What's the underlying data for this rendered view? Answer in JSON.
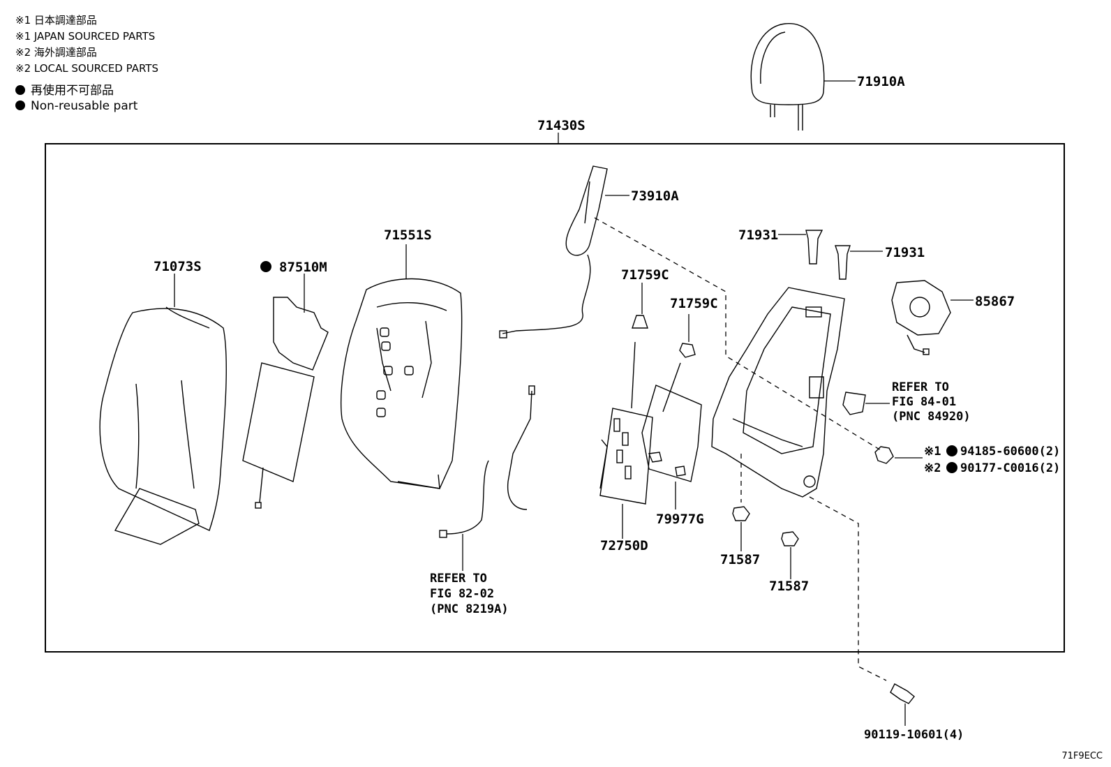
{
  "legend": {
    "line1": "※1 日本調達部品",
    "line2": "※1 JAPAN SOURCED PARTS",
    "line3": "※2 海外調達部品",
    "line4": "※2 LOCAL SOURCED PARTS",
    "non_reusable_jp": "再使用不可部品",
    "non_reusable_en": "Non-reusable part"
  },
  "parts": {
    "headrest": "71910A",
    "assembly": "71430S",
    "airbag": "73910A",
    "pin_a": "71931",
    "pin_b": "71931",
    "pad": "71551S",
    "cover": "71073S",
    "heater": "87510M",
    "clip_a": "71759C",
    "clip_b": "71759C",
    "frame_cover": "85867",
    "lumbar": "72750D",
    "mat": "79977G",
    "nut_a": "71587",
    "nut_b": "71587",
    "nut_jp": "94185-60600(2)",
    "nut_local": "90177-C0016(2)",
    "bolt": "90119-10601(4)"
  },
  "refs": {
    "fig84_line1": "REFER TO",
    "fig84_line2": "FIG 84-01",
    "fig84_line3": "(PNC 84920)",
    "fig82_line1": "REFER TO",
    "fig82_line2": "FIG 82-02",
    "fig82_line3": "(PNC 8219A)"
  },
  "markers": {
    "m1": "※1",
    "m2": "※2"
  },
  "diagram_code": "71F9ECC"
}
